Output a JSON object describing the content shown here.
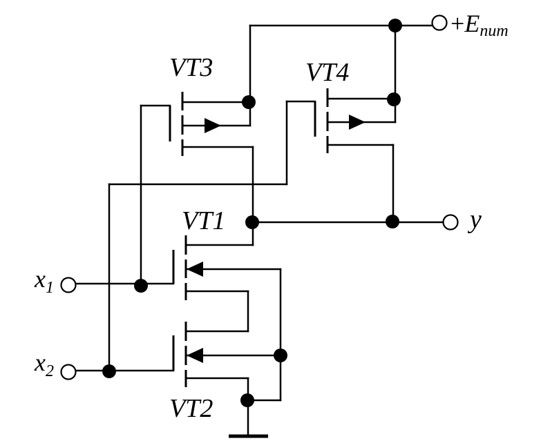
{
  "transistors": {
    "vt1": "VT1",
    "vt2": "VT2",
    "vt3": "VT3",
    "vt4": "VT4"
  },
  "terminals": {
    "supply_sign": "+",
    "supply_main": "E",
    "supply_sub": "num",
    "output": "y",
    "input1_main": "x",
    "input1_sub": "1",
    "input2_main": "x",
    "input2_sub": "2"
  }
}
